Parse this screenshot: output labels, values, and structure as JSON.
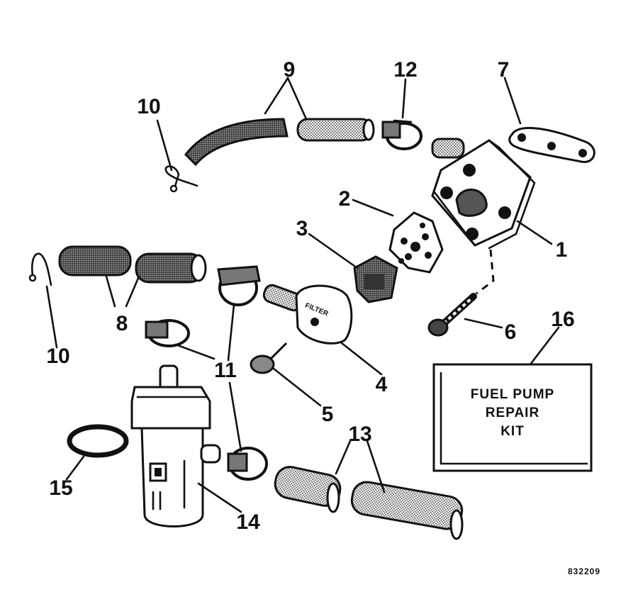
{
  "callouts": {
    "c1": "1",
    "c2": "2",
    "c3": "3",
    "c4": "4",
    "c5": "5",
    "c6": "6",
    "c7": "7",
    "c8": "8",
    "c9": "9",
    "c10a": "10",
    "c10b": "10",
    "c11": "11",
    "c12": "12",
    "c13": "13",
    "c14": "14",
    "c15": "15",
    "c16": "16"
  },
  "repair_kit": {
    "line1": "FUEL PUMP",
    "line2": "REPAIR",
    "line3": "KIT"
  },
  "pump_cover_marking": "FILTER",
  "figure_number": "832209"
}
